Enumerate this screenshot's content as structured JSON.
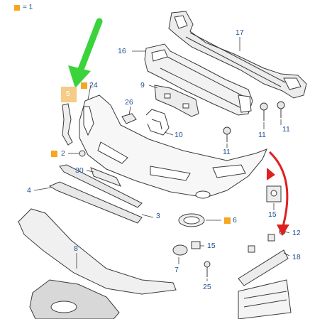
{
  "legend": {
    "text": "= 1",
    "color": "#f5a623"
  },
  "highlight": {
    "label": "5"
  },
  "callouts": {
    "c17": "17",
    "c16": "16",
    "c24": "24",
    "c9": "9",
    "c26": "26",
    "c11a": "11",
    "c11b": "11",
    "c11c": "11",
    "c10": "10",
    "c2": "2",
    "c30": "30",
    "c4": "4",
    "c15a": "15",
    "c3": "3",
    "c6": "6",
    "c12": "12",
    "c8": "8",
    "c15b": "15",
    "c18": "18",
    "c7": "7",
    "c25": "25"
  },
  "colors": {
    "line": "#3a3a3a",
    "callout_text": "#1f4f8f",
    "arrow_green": "#3bd33b",
    "arrow_red": "#e02020",
    "marker": "#f5a623"
  }
}
